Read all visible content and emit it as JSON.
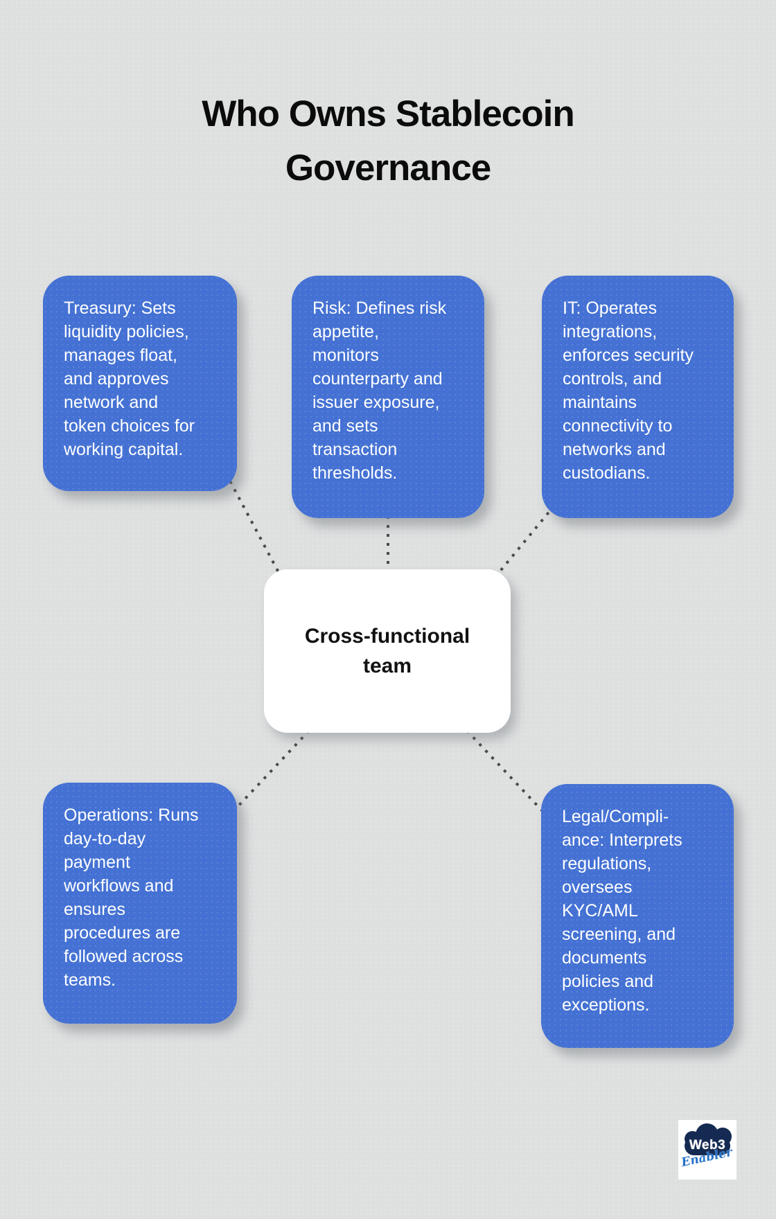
{
  "title": {
    "lines": [
      "Who Owns Stablecoin",
      "Governance"
    ]
  },
  "center": {
    "lines": [
      "Cross-functional",
      "team"
    ]
  },
  "nodes": {
    "treasury": {
      "lines": [
        "Treasury: Sets",
        "liquidity policies,",
        "manages float,",
        "and approves",
        "network and",
        "token choices for",
        "working capital."
      ]
    },
    "risk": {
      "lines": [
        "Risk: Defines risk",
        "appetite,",
        "monitors",
        "counterparty and",
        "issuer exposure,",
        "and sets",
        "transaction",
        "thresholds."
      ]
    },
    "it": {
      "lines": [
        "IT: Operates",
        "integrations,",
        "enforces security",
        "controls, and",
        "maintains",
        "connectivity to",
        "networks and",
        "custodians."
      ]
    },
    "operations": {
      "lines": [
        "Operations: Runs",
        "day-to-day",
        "payment",
        "workflows and",
        "ensures",
        "procedures are",
        "followed across",
        "teams."
      ]
    },
    "legal": {
      "lines": [
        "Legal/Compli-",
        "ance: Interprets",
        "regulations,",
        "oversees",
        "KYC/AML",
        "screening, and",
        "documents",
        "policies and",
        "exceptions."
      ]
    }
  },
  "logo": {
    "brand": "Web3",
    "sub": "Enabler"
  },
  "colors": {
    "background": "#dee0e0",
    "node_fill": "#4471d3",
    "node_text": "#ffffff",
    "center_fill": "#ffffff",
    "center_text": "#111111",
    "title_text": "#0b0b0b",
    "connector": "#4a4a4a",
    "logo_cloud_navy": "#142a52",
    "logo_sub_blue": "#2471c8"
  }
}
